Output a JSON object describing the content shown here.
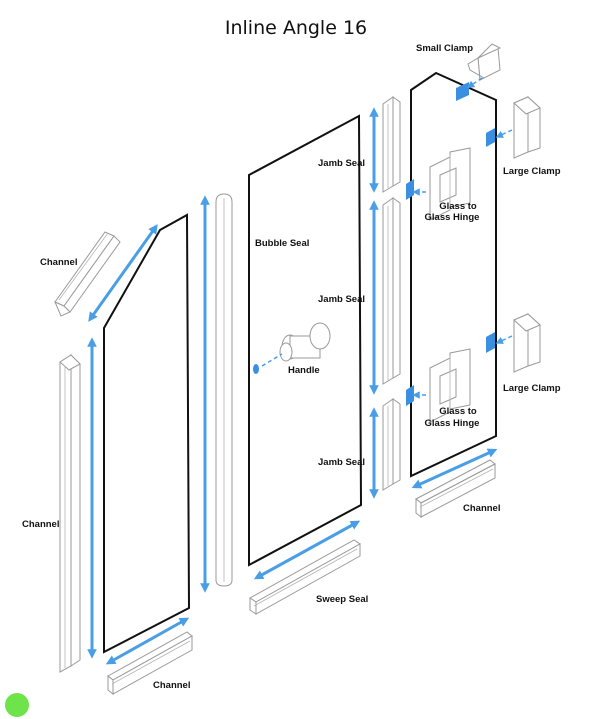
{
  "title": "Inline Angle 16",
  "labels": {
    "small_clamp": "Small Clamp",
    "large_clamp_top": "Large Clamp",
    "large_clamp_bottom": "Large Clamp",
    "jamb_seal_top": "Jamb Seal",
    "jamb_seal_middle": "Jamb Seal",
    "jamb_seal_bottom": "Jamb Seal",
    "hinge_top_line1": "Glass to",
    "hinge_top_line2": "Glass Hinge",
    "hinge_bottom_line1": "Glass to",
    "hinge_bottom_line2": "Glass Hinge",
    "bubble_seal": "Bubble Seal",
    "handle": "Handle",
    "channel_top_left": "Channel",
    "channel_left": "Channel",
    "channel_bottom_left": "Channel",
    "channel_right": "Channel",
    "sweep_seal": "Sweep Seal"
  },
  "colors": {
    "accent": "#4a9ee6",
    "status_dot": "#6fe34a",
    "glass_outline": "#111111"
  },
  "icons": {
    "status": "green-dot-icon"
  }
}
